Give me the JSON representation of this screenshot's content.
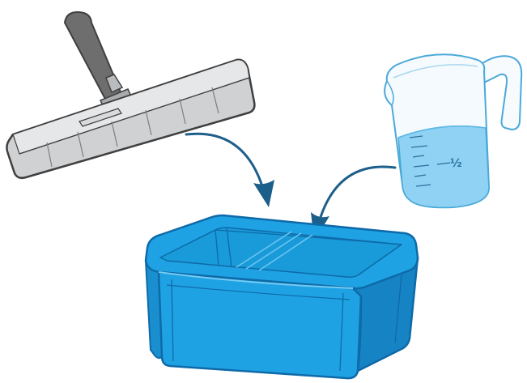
{
  "illustration": {
    "items": [
      {
        "name": "mop-head",
        "role": "source"
      },
      {
        "name": "measuring-cup",
        "role": "source"
      },
      {
        "name": "blue-bin",
        "role": "target"
      }
    ]
  },
  "measuring_cup": {
    "fill_fraction": 0.5,
    "mark_label": "½"
  },
  "colors": {
    "bin_blue": "#1fa2e4",
    "bin_blue_dark": "#0f7cc4",
    "arrow_blue": "#1d5f8b",
    "water_blue": "#8fd2f4",
    "cup_outline": "#4ba9d8",
    "mop_gray": "#c9cbcd",
    "handle_gray": "#6f6f6f"
  }
}
